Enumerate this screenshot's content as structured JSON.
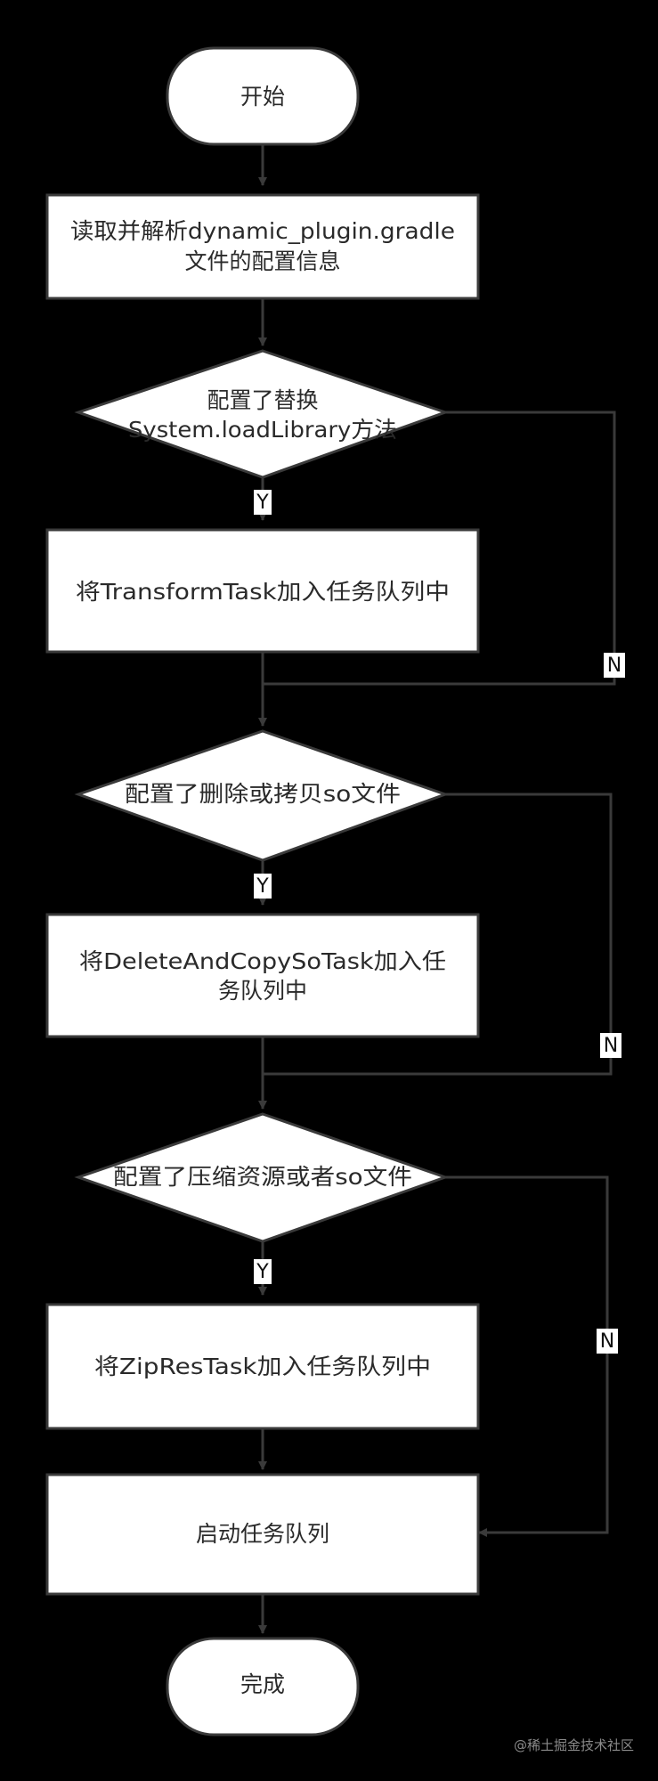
{
  "flowchart": {
    "start": "开始",
    "read_config": {
      "line1": "读取并解析dynamic_plugin.gradle",
      "line2": "文件的配置信息"
    },
    "decision_replace": {
      "line1": "配置了替换",
      "line2": "System.loadLibrary方法"
    },
    "task_transform": "将TransformTask加入任务队列中",
    "decision_delete_copy": "配置了删除或拷贝so文件",
    "task_delete_copy": {
      "line1": "将DeleteAndCopySoTask加入任",
      "line2": "务队列中"
    },
    "decision_zip": "配置了压缩资源或者so文件",
    "task_zip": "将ZipResTask加入任务队列中",
    "start_queue": "启动任务队列",
    "end": "完成"
  },
  "edge_labels": {
    "yes": "Y",
    "no": "N"
  },
  "watermark": "@稀土掘金技术社区",
  "colors": {
    "background": "#000000",
    "node_fill": "#ffffff",
    "node_stroke": "#3a3a3a",
    "connector": "#3a3a3a"
  }
}
